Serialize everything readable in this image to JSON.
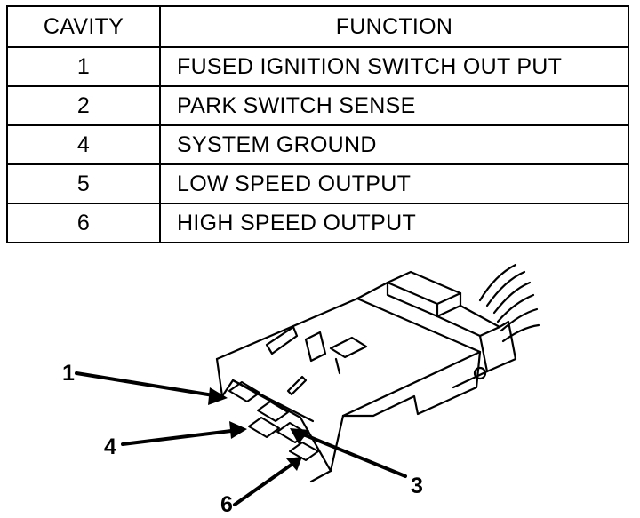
{
  "table": {
    "headers": [
      "CAVITY",
      "FUNCTION"
    ],
    "rows": [
      {
        "cavity": "1",
        "function": "FUSED IGNITION SWITCH OUT PUT"
      },
      {
        "cavity": "2",
        "function": "PARK SWITCH SENSE"
      },
      {
        "cavity": "4",
        "function": "SYSTEM GROUND"
      },
      {
        "cavity": "5",
        "function": "LOW SPEED OUTPUT"
      },
      {
        "cavity": "6",
        "function": "HIGH SPEED OUTPUT"
      }
    ]
  },
  "diagram": {
    "callouts": [
      "1",
      "4",
      "3",
      "6"
    ]
  }
}
